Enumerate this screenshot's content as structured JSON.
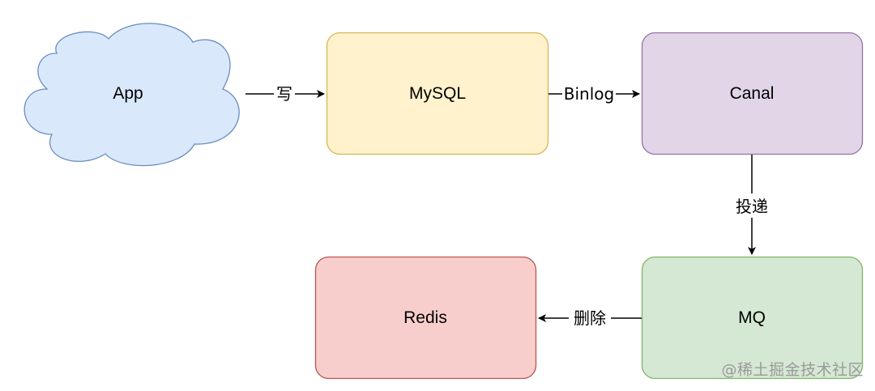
{
  "nodes": {
    "app": {
      "label": "App",
      "fill": "#dae8fc",
      "stroke": "#6c8ebf"
    },
    "mysql": {
      "label": "MySQL",
      "fill": "#fff2cc",
      "stroke": "#d6b656"
    },
    "canal": {
      "label": "Canal",
      "fill": "#e1d5e7",
      "stroke": "#9673a6"
    },
    "mq": {
      "label": "MQ",
      "fill": "#d5e8d4",
      "stroke": "#82b366"
    },
    "redis": {
      "label": "Redis",
      "fill": "#f8cecc",
      "stroke": "#b85450"
    }
  },
  "edges": {
    "app_to_mysql": {
      "label": "写"
    },
    "mysql_to_canal": {
      "label": "Binlog"
    },
    "canal_to_mq": {
      "label": "投递"
    },
    "mq_to_redis": {
      "label": "删除"
    }
  },
  "watermark": "@稀土掘金技术社区"
}
